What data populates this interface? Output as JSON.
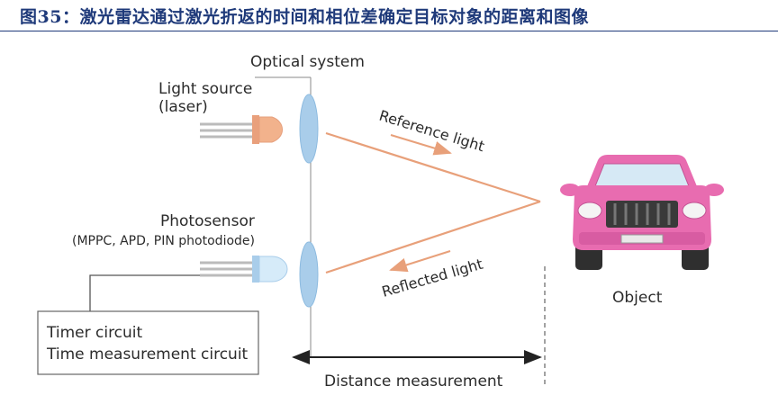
{
  "title": "图35：激光雷达通过激光折返的时间和相位差确定目标对象的距离和图像",
  "labels": {
    "optical_system": "Optical system",
    "light_source_1": "Light source",
    "light_source_2": "(laser)",
    "photosensor_1": "Photosensor",
    "photosensor_2": "(MPPC, APD, PIN photodiode)",
    "reference_light": "Reference light",
    "reflected_light": "Reflected light",
    "object": "Object",
    "timer_1": "Timer circuit",
    "timer_2": "Time measurement circuit",
    "distance": "Distance measurement"
  },
  "colors": {
    "title": "#1f3a7a",
    "beam": "#e8a07a",
    "lens": "#a9cdea",
    "car": "#e86cb0",
    "led_laser": "#f2b28c",
    "led_sensor": "#c9e3f7"
  }
}
